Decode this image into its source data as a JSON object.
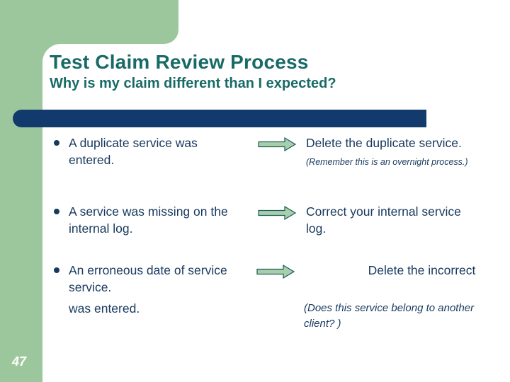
{
  "slide": {
    "title": "Test Claim Review Process",
    "subtitle": "Why is my claim different than I expected?",
    "page_number": "47",
    "rows": [
      {
        "icon": "right-arrow-icon",
        "cause": "A duplicate service was\nentered.",
        "action": "Delete the duplicate service.",
        "note": "(Remember this is an overnight process.)"
      },
      {
        "icon": "right-arrow-icon",
        "cause": "A service was missing on the\ninternal log.",
        "action": "Correct your internal service\nlog.",
        "note": ""
      },
      {
        "icon": "right-arrow-icon",
        "cause": "An erroneous date of service\nservice.",
        "cause_continued": "was entered.",
        "action": "Delete the incorrect",
        "note": "(Does this service belong to another client? )"
      }
    ]
  },
  "palette": {
    "sage": "#9cc79c",
    "sage_light": "#a8cfa8",
    "teal": "#186a66",
    "navy": "#123a6d",
    "navy_text": "#17395e",
    "white": "#ffffff"
  }
}
